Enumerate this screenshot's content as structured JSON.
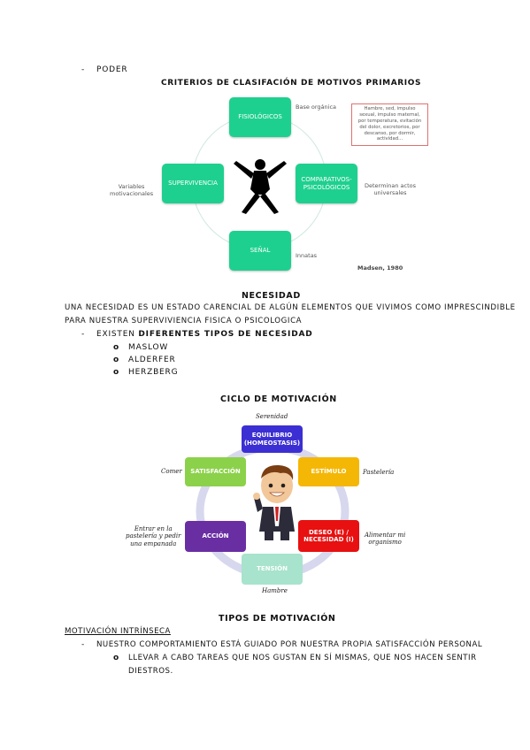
{
  "top": {
    "bullet": "-",
    "text": "PODER"
  },
  "diagram1": {
    "title": "CRITERIOS DE CLASIFACIÓN DE MOTIVOS PRIMARIOS",
    "boxes": {
      "top": "FISIOLÓGICOS",
      "left": "SUPERVIVENCIA",
      "right": "COMPARATIVOS-\nPSICOLÓGICOS",
      "bottom": "SEÑAL"
    },
    "notes": {
      "base": "Base orgánica",
      "vars": "Variables\nmotivacionales",
      "actos": "Determinan actos\nuniversales",
      "innatas": "Innatas",
      "source": "Madsen, 1980",
      "redbox": "Hambre, sed, impulso\nsexual, impulso maternal,\npor temperatura, evitación\ndel dolor, excretorios, por\ndescanso, por dormir,\nactividad..."
    }
  },
  "necesidad": {
    "title": "NECESIDAD",
    "line1": "UNA NECESIDAD ES UN ESTADO CARENCIAL DE ALGÚN ELEMENTOS QUE VIVIMOS COMO IMPRESCINDIBLE",
    "line2": "PARA NUESTRA SUPERVIVIENCIA FISICA O PSICOLOGICA",
    "bullet": "-",
    "existen": "EXISTEN ",
    "existen_bold": "DIFERENTES TIPOS DE NECESIDAD",
    "sub_marker": "o",
    "items": [
      "MASLOW",
      "ALDERFER",
      "HERZBERG"
    ]
  },
  "ciclo": {
    "title": "CICLO DE MOTIVACIÓN",
    "boxes": {
      "equilibrio": "EQUILIBRIO\n(HOMEOSTASIS)",
      "estimulo": "ESTÍMULO",
      "deseo": "DESEO (E) /\nNECESIDAD (I)",
      "tension": "TENSIÓN",
      "accion": "ACCIÓN",
      "satisfaccion": "SATISFACCIÓN"
    },
    "labels": {
      "serenidad": "Serenidad",
      "pasteleria": "Pastelería",
      "alimentar": "Alimentar mi\norganismo",
      "hambre": "Hambre",
      "entrar": "Entrar en la\npastelería y pedir\nuna empanada",
      "comer": "Comer"
    },
    "colors": {
      "equilibrio": "#3b2fd3",
      "estimulo": "#f5b705",
      "deseo": "#e81010",
      "tension": "#a7e3cd",
      "accion": "#6a2ea3",
      "satisfaccion": "#8bd14a",
      "ring": "#d7d7ee"
    }
  },
  "tipos": {
    "title": "TIPOS DE MOTIVACIÓN",
    "heading": "MOTIVACIÓN INTRÍNSECA",
    "bullet": "-",
    "line1": "NUESTRO COMPORTAMIENTO ESTÁ GUIADO POR NUESTRA PROPIA SATISFACCIÓN PERSONAL",
    "sub_marker": "o",
    "sub1": "LLEVAR A CABO TAREAS QUE NOS GUSTAN EN SÍ MISMAS, QUE NOS HACEN SENTIR",
    "sub2": "DIESTROS."
  }
}
